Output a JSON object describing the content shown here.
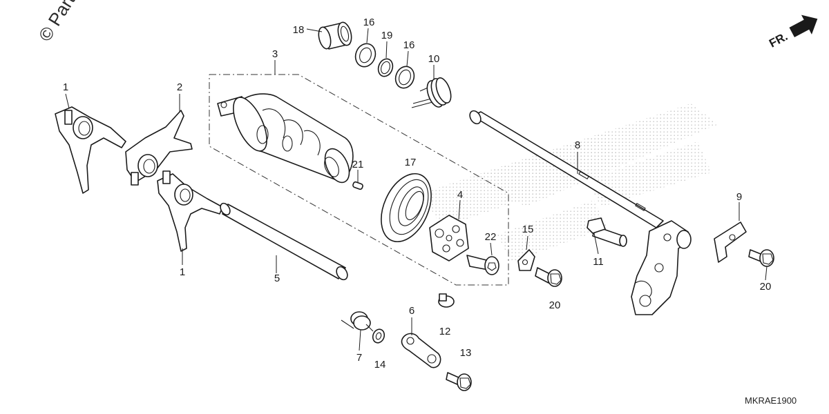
{
  "watermark": "© Partz",
  "orientation_label": "FR.",
  "diagram_code": "MKRAE1900",
  "callouts": {
    "fork_a_top": "1",
    "fork_b": "2",
    "drum_group": "3",
    "stopper_plate": "4",
    "fork_shaft": "5",
    "stopper_arm": "6",
    "stopper_spring": "7",
    "shift_spindle": "8",
    "spindle_bracket": "9",
    "return_spring": "10",
    "pin_bolt": "11",
    "stopper_bolt": "12",
    "arm_bolt": "13",
    "washer": "14",
    "stopper_washer": "15",
    "collar_a": "16",
    "collar_b": "16",
    "drum_bearing": "17",
    "needle_bearing": "18",
    "snap_ring": "19",
    "bolt_left": "20",
    "bolt_right": "20",
    "dowel_pin": "21",
    "socket_bolt": "22",
    "fork_a_bottom": "1"
  }
}
